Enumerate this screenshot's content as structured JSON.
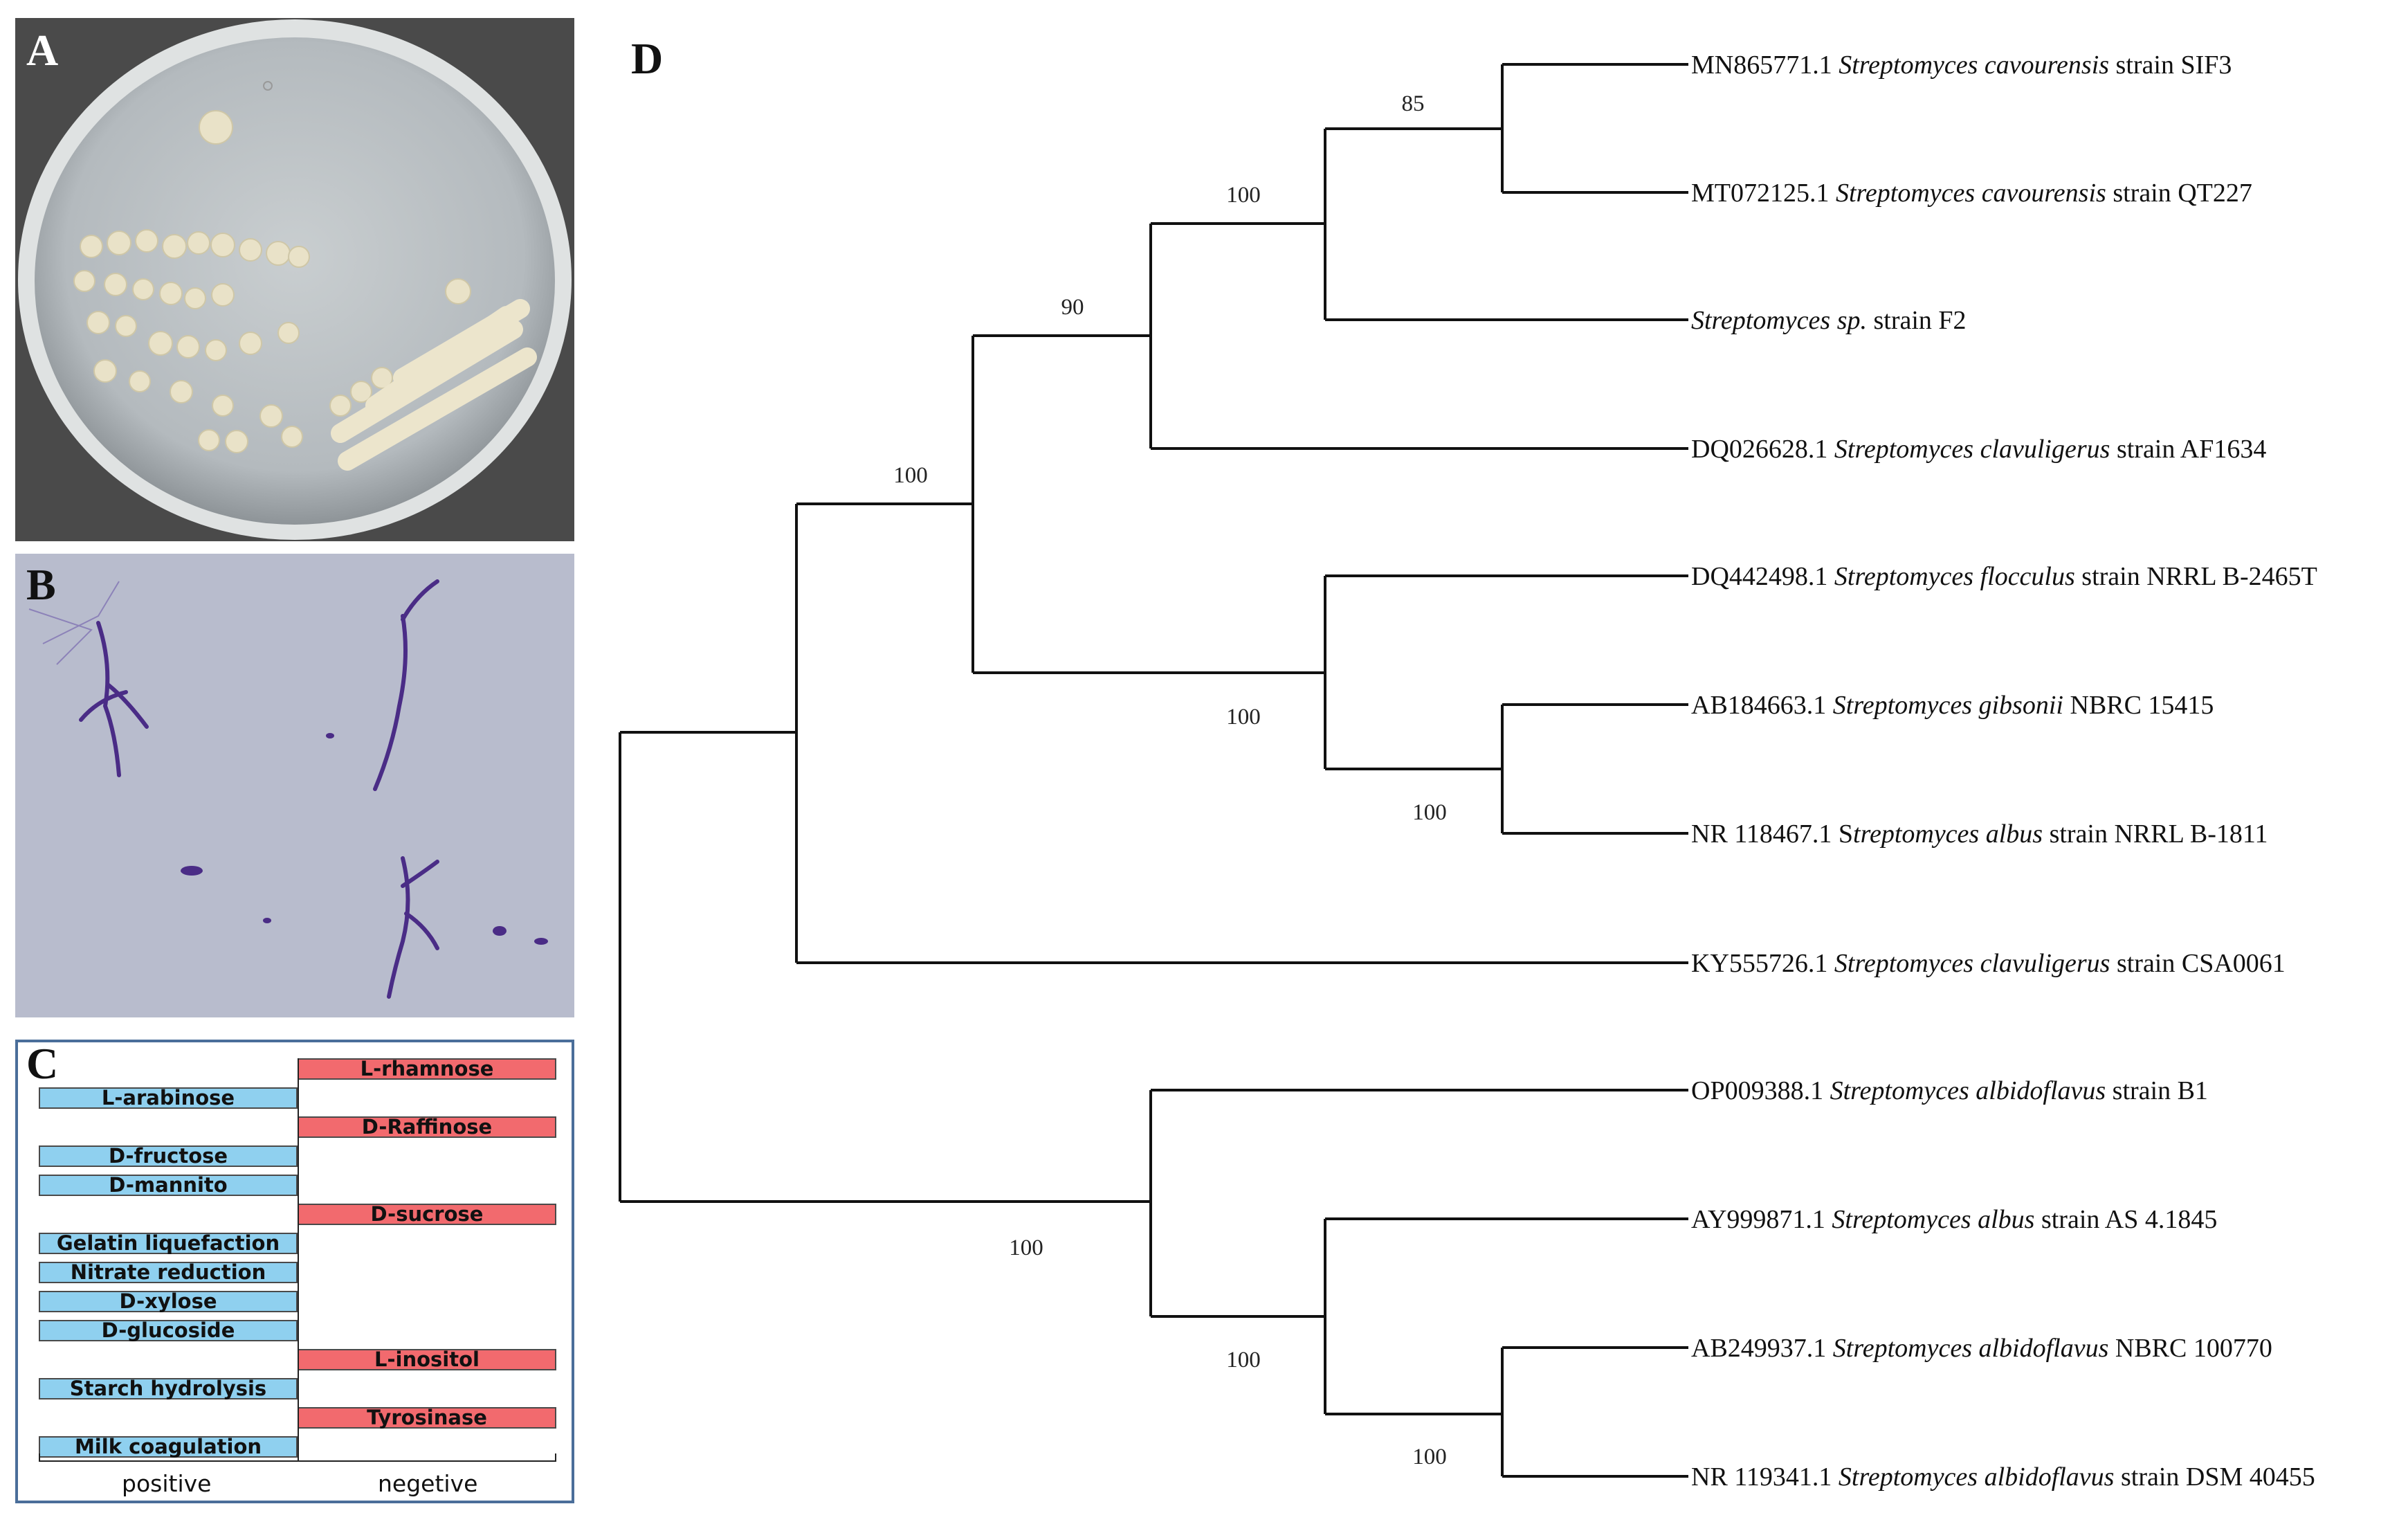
{
  "panels": {
    "a_letter": "A",
    "b_letter": "B",
    "c_letter": "C",
    "d_letter": "D"
  },
  "panel_c": {
    "column_labels": [
      "positive",
      "negetive"
    ],
    "rows": [
      {
        "label": "L-rhamnose",
        "result": "negative"
      },
      {
        "label": "L-arabinose",
        "result": "positive"
      },
      {
        "label": "D-Raffinose",
        "result": "negative"
      },
      {
        "label": "D-fructose",
        "result": "positive"
      },
      {
        "label": "D-mannito",
        "result": "positive"
      },
      {
        "label": "D-sucrose",
        "result": "negative"
      },
      {
        "label": "Gelatin liquefaction",
        "result": "positive"
      },
      {
        "label": "Nitrate reduction",
        "result": "positive"
      },
      {
        "label": "D-xylose",
        "result": "positive"
      },
      {
        "label": "D-glucoside",
        "result": "positive"
      },
      {
        "label": "L-inositol",
        "result": "negative"
      },
      {
        "label": "Starch hydrolysis",
        "result": "positive"
      },
      {
        "label": "Tyrosinase",
        "result": "negative"
      },
      {
        "label": "Milk coagulation",
        "result": "positive"
      }
    ],
    "colors": {
      "positive": "#8fd0ef",
      "negative": "#f26a6e"
    }
  },
  "tree": {
    "leaves": [
      {
        "acc": "MN865771.1",
        "species": "Streptomyces cavourensis",
        "rest": "strain SIF3"
      },
      {
        "acc": "MT072125.1",
        "species": "Streptomyces cavourensis",
        "rest": "strain QT227"
      },
      {
        "acc": "",
        "species": "Streptomyces sp.",
        "rest": "strain F2"
      },
      {
        "acc": "DQ026628.1",
        "species": "Streptomyces clavuligerus",
        "rest": "strain AF1634"
      },
      {
        "acc": "DQ442498.1",
        "species": "Streptomyces flocculus",
        "rest": "strain NRRL B-2465T"
      },
      {
        "acc": "AB184663.1",
        "species": "Streptomyces gibsonii",
        "rest": "NBRC 15415"
      },
      {
        "acc": "NR 118467.1 S",
        "species": "treptomyces albus",
        "rest": "strain NRRL B-1811"
      },
      {
        "acc": "KY555726.1",
        "species": "Streptomyces clavuligerus",
        "rest": "strain CSA0061"
      },
      {
        "acc": "OP009388.1",
        "species": "Streptomyces albidoflavus",
        "rest": "strain B1"
      },
      {
        "acc": "AY999871.1",
        "species": "Streptomyces albus",
        "rest": "strain AS 4.1845"
      },
      {
        "acc": "AB249937.1",
        "species": "Streptomyces albidoflavus",
        "rest": "NBRC 100770"
      },
      {
        "acc": "NR 119341.1",
        "species": "Streptomyces albidoflavus",
        "rest": "strain DSM 40455"
      }
    ],
    "bootstraps": [
      "85",
      "100",
      "90",
      "100",
      "100",
      "100",
      "100",
      "100",
      "100"
    ]
  }
}
